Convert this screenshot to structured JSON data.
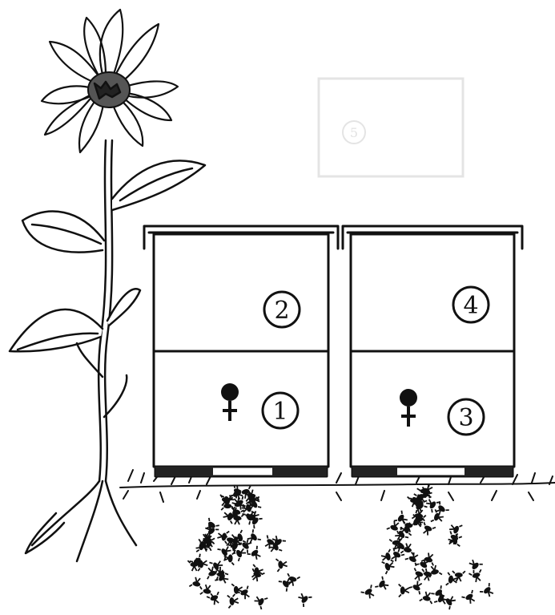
{
  "colors": {
    "ink": "#111111",
    "paper": "#ffffff",
    "faded": "#e8e8e8"
  },
  "hives": [
    {
      "name": "left-hive",
      "super_label": "2",
      "brood_label": "1",
      "queen_icon": "female-symbol-icon"
    },
    {
      "name": "right-hive",
      "super_label": "4",
      "brood_label": "3",
      "queen_icon": "female-symbol-icon"
    }
  ],
  "background": {
    "faded_label": "5"
  },
  "icons": [
    "sunflower-icon",
    "grass-icon",
    "bee-icon"
  ]
}
